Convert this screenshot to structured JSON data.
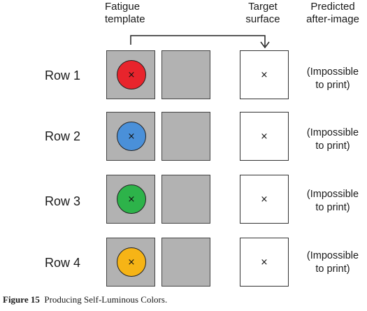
{
  "headers": {
    "fatigue_line1": "Fatigue",
    "fatigue_line2": "template",
    "target_line1": "Target",
    "target_line2": "surface",
    "predicted_line1": "Predicted",
    "predicted_line2": "after-image"
  },
  "rows": [
    {
      "label": "Row 1",
      "color": "#e8242c",
      "predicted_line1": "(Impossible",
      "predicted_line2": "to print)"
    },
    {
      "label": "Row 2",
      "color": "#4a90d9",
      "predicted_line1": "(Impossible",
      "predicted_line2": "to print)"
    },
    {
      "label": "Row 3",
      "color": "#2db34a",
      "predicted_line1": "(Impossible",
      "predicted_line2": "to print)"
    },
    {
      "label": "Row 4",
      "color": "#f6b416",
      "predicted_line1": "(Impossible",
      "predicted_line2": "to print)"
    }
  ],
  "fixation_mark": "×",
  "caption": {
    "figure_label": "Figure 15",
    "text": "Producing Self-Luminous Colors."
  },
  "colors": {
    "template_grey": "#b2b2b2",
    "target_white": "#ffffff"
  },
  "icons": {
    "arrow": "bracket-arrow-icon"
  }
}
